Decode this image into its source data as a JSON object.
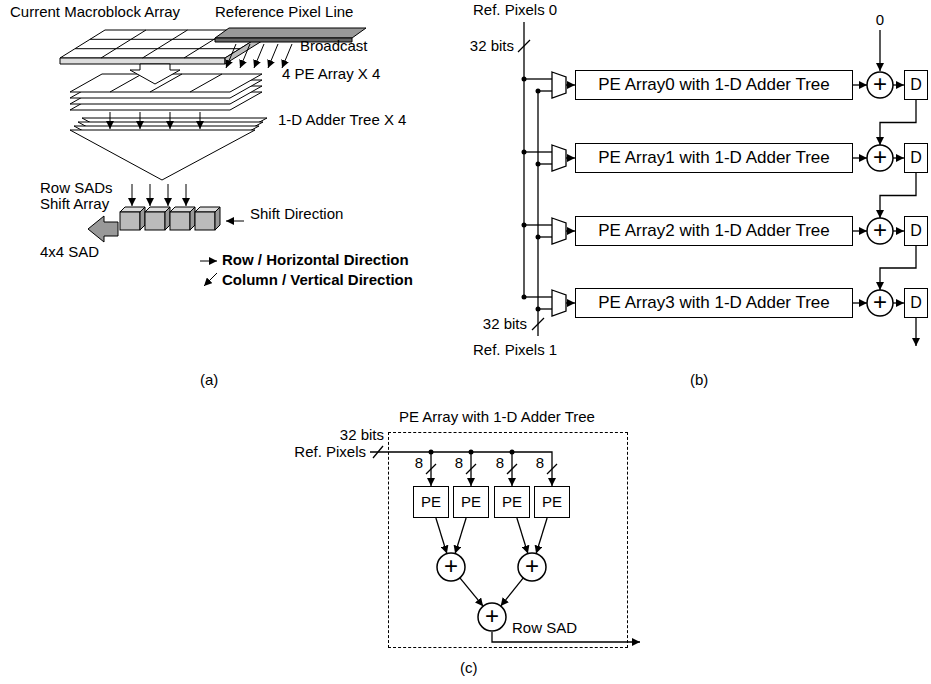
{
  "diagram": {
    "nodes": [
      {
        "text": [
          "PE Array0 with 1-D Adder Tree"
        ]
      },
      {
        "text": [
          "+"
        ]
      },
      {
        "text": [
          "D"
        ]
      },
      {
        "text": [
          "PE Array1 with 1-D Adder Tree"
        ]
      },
      {
        "text": [
          "+"
        ]
      },
      {
        "text": [
          "D"
        ]
      },
      {
        "text": [
          "PE Array2 with 1-D Adder Tree"
        ]
      },
      {
        "text": [
          "+"
        ]
      },
      {
        "text": [
          "D"
        ]
      },
      {
        "text": [
          "PE Array3 with 1-D Adder Tree"
        ]
      },
      {
        "text": [
          "+"
        ]
      },
      {
        "text": [
          "D"
        ]
      },
      {
        "text": [
          "PE Array with 1-D Adder Tree"
        ]
      },
      {
        "text": [
          "PE"
        ],
        "in": 12
      },
      {
        "text": [
          "PE"
        ],
        "in": 12
      },
      {
        "text": [
          "PE"
        ],
        "in": 12
      },
      {
        "text": [
          "PE"
        ],
        "in": 12
      },
      {
        "text": [
          "+"
        ],
        "in": 12
      },
      {
        "text": [
          "+"
        ],
        "in": 12
      },
      {
        "text": [
          "+"
        ],
        "in": 12
      }
    ],
    "edges": [
      {
        "from": 0,
        "to": 1,
        "arrow": "to"
      },
      {
        "from": 1,
        "to": 2,
        "arrow": "to"
      },
      {
        "from": 2,
        "to": 4,
        "arrow": "to"
      },
      {
        "from": 3,
        "to": 4,
        "arrow": "to"
      },
      {
        "from": 4,
        "to": 5,
        "arrow": "to"
      },
      {
        "from": 5,
        "to": 7,
        "arrow": "to"
      },
      {
        "from": 6,
        "to": 7,
        "arrow": "to"
      },
      {
        "from": 7,
        "to": 8,
        "arrow": "to"
      },
      {
        "from": 8,
        "to": 10,
        "arrow": "to"
      },
      {
        "from": 9,
        "to": 10,
        "arrow": "to"
      },
      {
        "from": 10,
        "to": 11,
        "arrow": "to"
      },
      {
        "from": 13,
        "to": 17,
        "arrow": "to"
      },
      {
        "from": 14,
        "to": 17,
        "arrow": "to"
      },
      {
        "from": 15,
        "to": 18,
        "arrow": "to"
      },
      {
        "from": 16,
        "to": 18,
        "arrow": "to"
      },
      {
        "from": 17,
        "to": 19,
        "arrow": "to"
      },
      {
        "from": 18,
        "to": 19,
        "arrow": "to"
      }
    ],
    "labels": [
      "Current Macroblock Array",
      "Reference Pixel Line",
      "Broadcast",
      "4 PE Array X 4",
      "1-D Adder Tree X 4",
      "Row SADs",
      "Shift Array",
      "Shift Direction",
      "4x4 SAD",
      "Row / Horizontal Direction",
      "Column / Vertical Direction",
      "(a)",
      "Ref. Pixels 0",
      "32 bits",
      "0",
      "32 bits",
      "Ref. Pixels 1",
      "(b)",
      "32 bits",
      "Ref. Pixels",
      "8",
      "8",
      "8",
      "8",
      "Row SAD",
      "(c)"
    ]
  }
}
